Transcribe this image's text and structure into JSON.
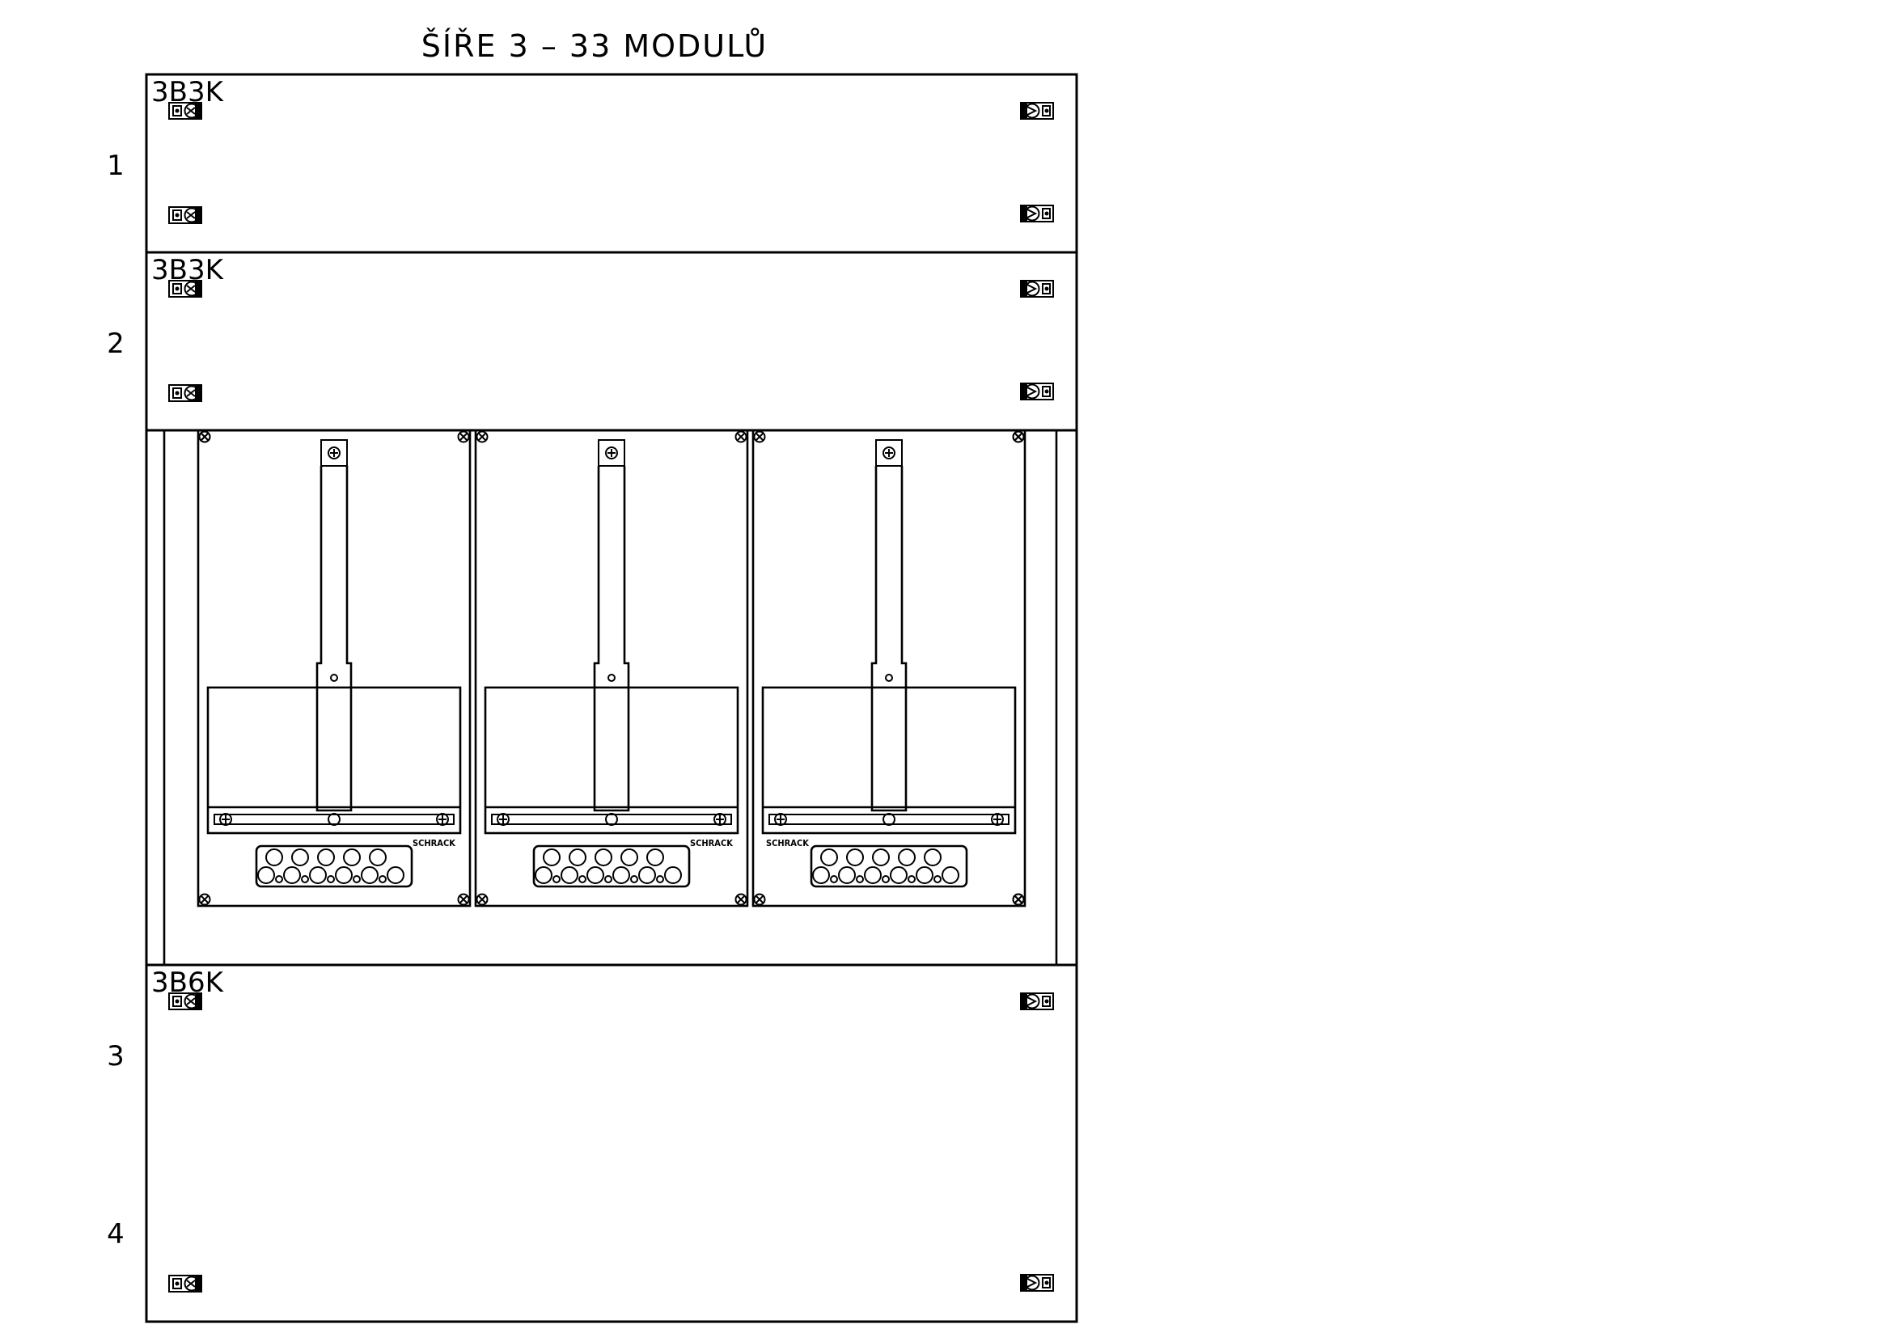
{
  "title": "ŠÍŘE 3 – 33 MODULŮ",
  "rows": [
    {
      "label": "1"
    },
    {
      "label": "2"
    },
    {
      "label": "3"
    },
    {
      "label": "4"
    }
  ],
  "modules": [
    {
      "code": "3B3K"
    },
    {
      "code": "3B3K"
    },
    {
      "code": "3B6K"
    }
  ],
  "meter_units": [
    {
      "brand": "SCHRACK"
    },
    {
      "brand": "SCHRACK"
    },
    {
      "brand": "SCHRACK"
    }
  ],
  "colors": {
    "line": "#000000",
    "background": "#ffffff"
  },
  "icons": {
    "latch_left": "latch-icon",
    "latch_right": "latch-icon",
    "corner_screw": "screw-icon"
  }
}
